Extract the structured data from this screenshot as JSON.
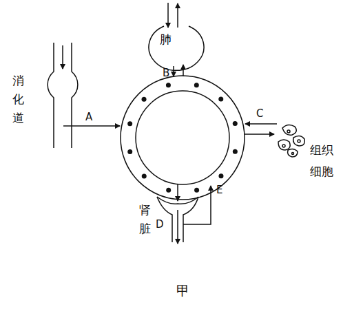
{
  "diagram": {
    "caption": "甲",
    "nodes": [
      {
        "text": [
          "肺"
        ]
      }
    ],
    "labels": [
      "消化道",
      "B",
      "A",
      "C",
      "组织细胞",
      "肾脏",
      "D",
      "E"
    ]
  }
}
